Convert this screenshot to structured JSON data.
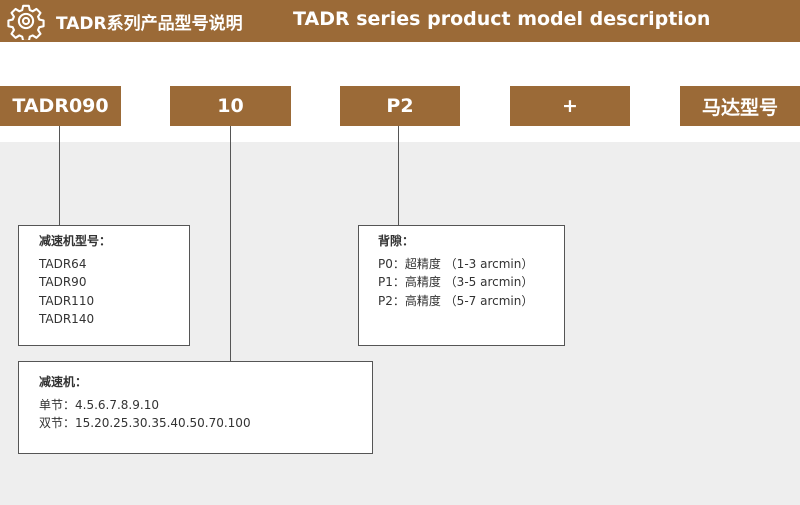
{
  "header": {
    "title_cn": "TADR系列产品型号说明",
    "title_en": "TADR series product model description",
    "icon": "gear-icon",
    "color": "#9b6a37"
  },
  "model_code": [
    "TADR090",
    "10",
    "P2",
    "+",
    "马达型号"
  ],
  "series_box": {
    "title": "减速机型号：",
    "items": [
      "TADR64",
      "TADR90",
      "TADR110",
      "TADR140"
    ]
  },
  "backlash_box": {
    "title": "背隙：",
    "items": [
      "P0：超精度 （1-3 arcmin）",
      "P1：高精度 （3-5 arcmin）",
      "P2：高精度 （5-7 arcmin）"
    ]
  },
  "ratio_box": {
    "title": "减速机：",
    "items": [
      "单节：4.5.6.7.8.9.10",
      "双节：15.20.25.30.35.40.50.70.100"
    ]
  }
}
